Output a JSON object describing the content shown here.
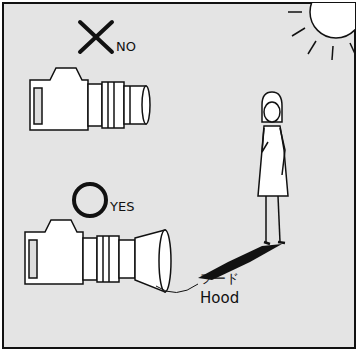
{
  "diagram": {
    "labels": [
      "NO",
      "YES",
      "フード",
      "Hood"
    ]
  }
}
